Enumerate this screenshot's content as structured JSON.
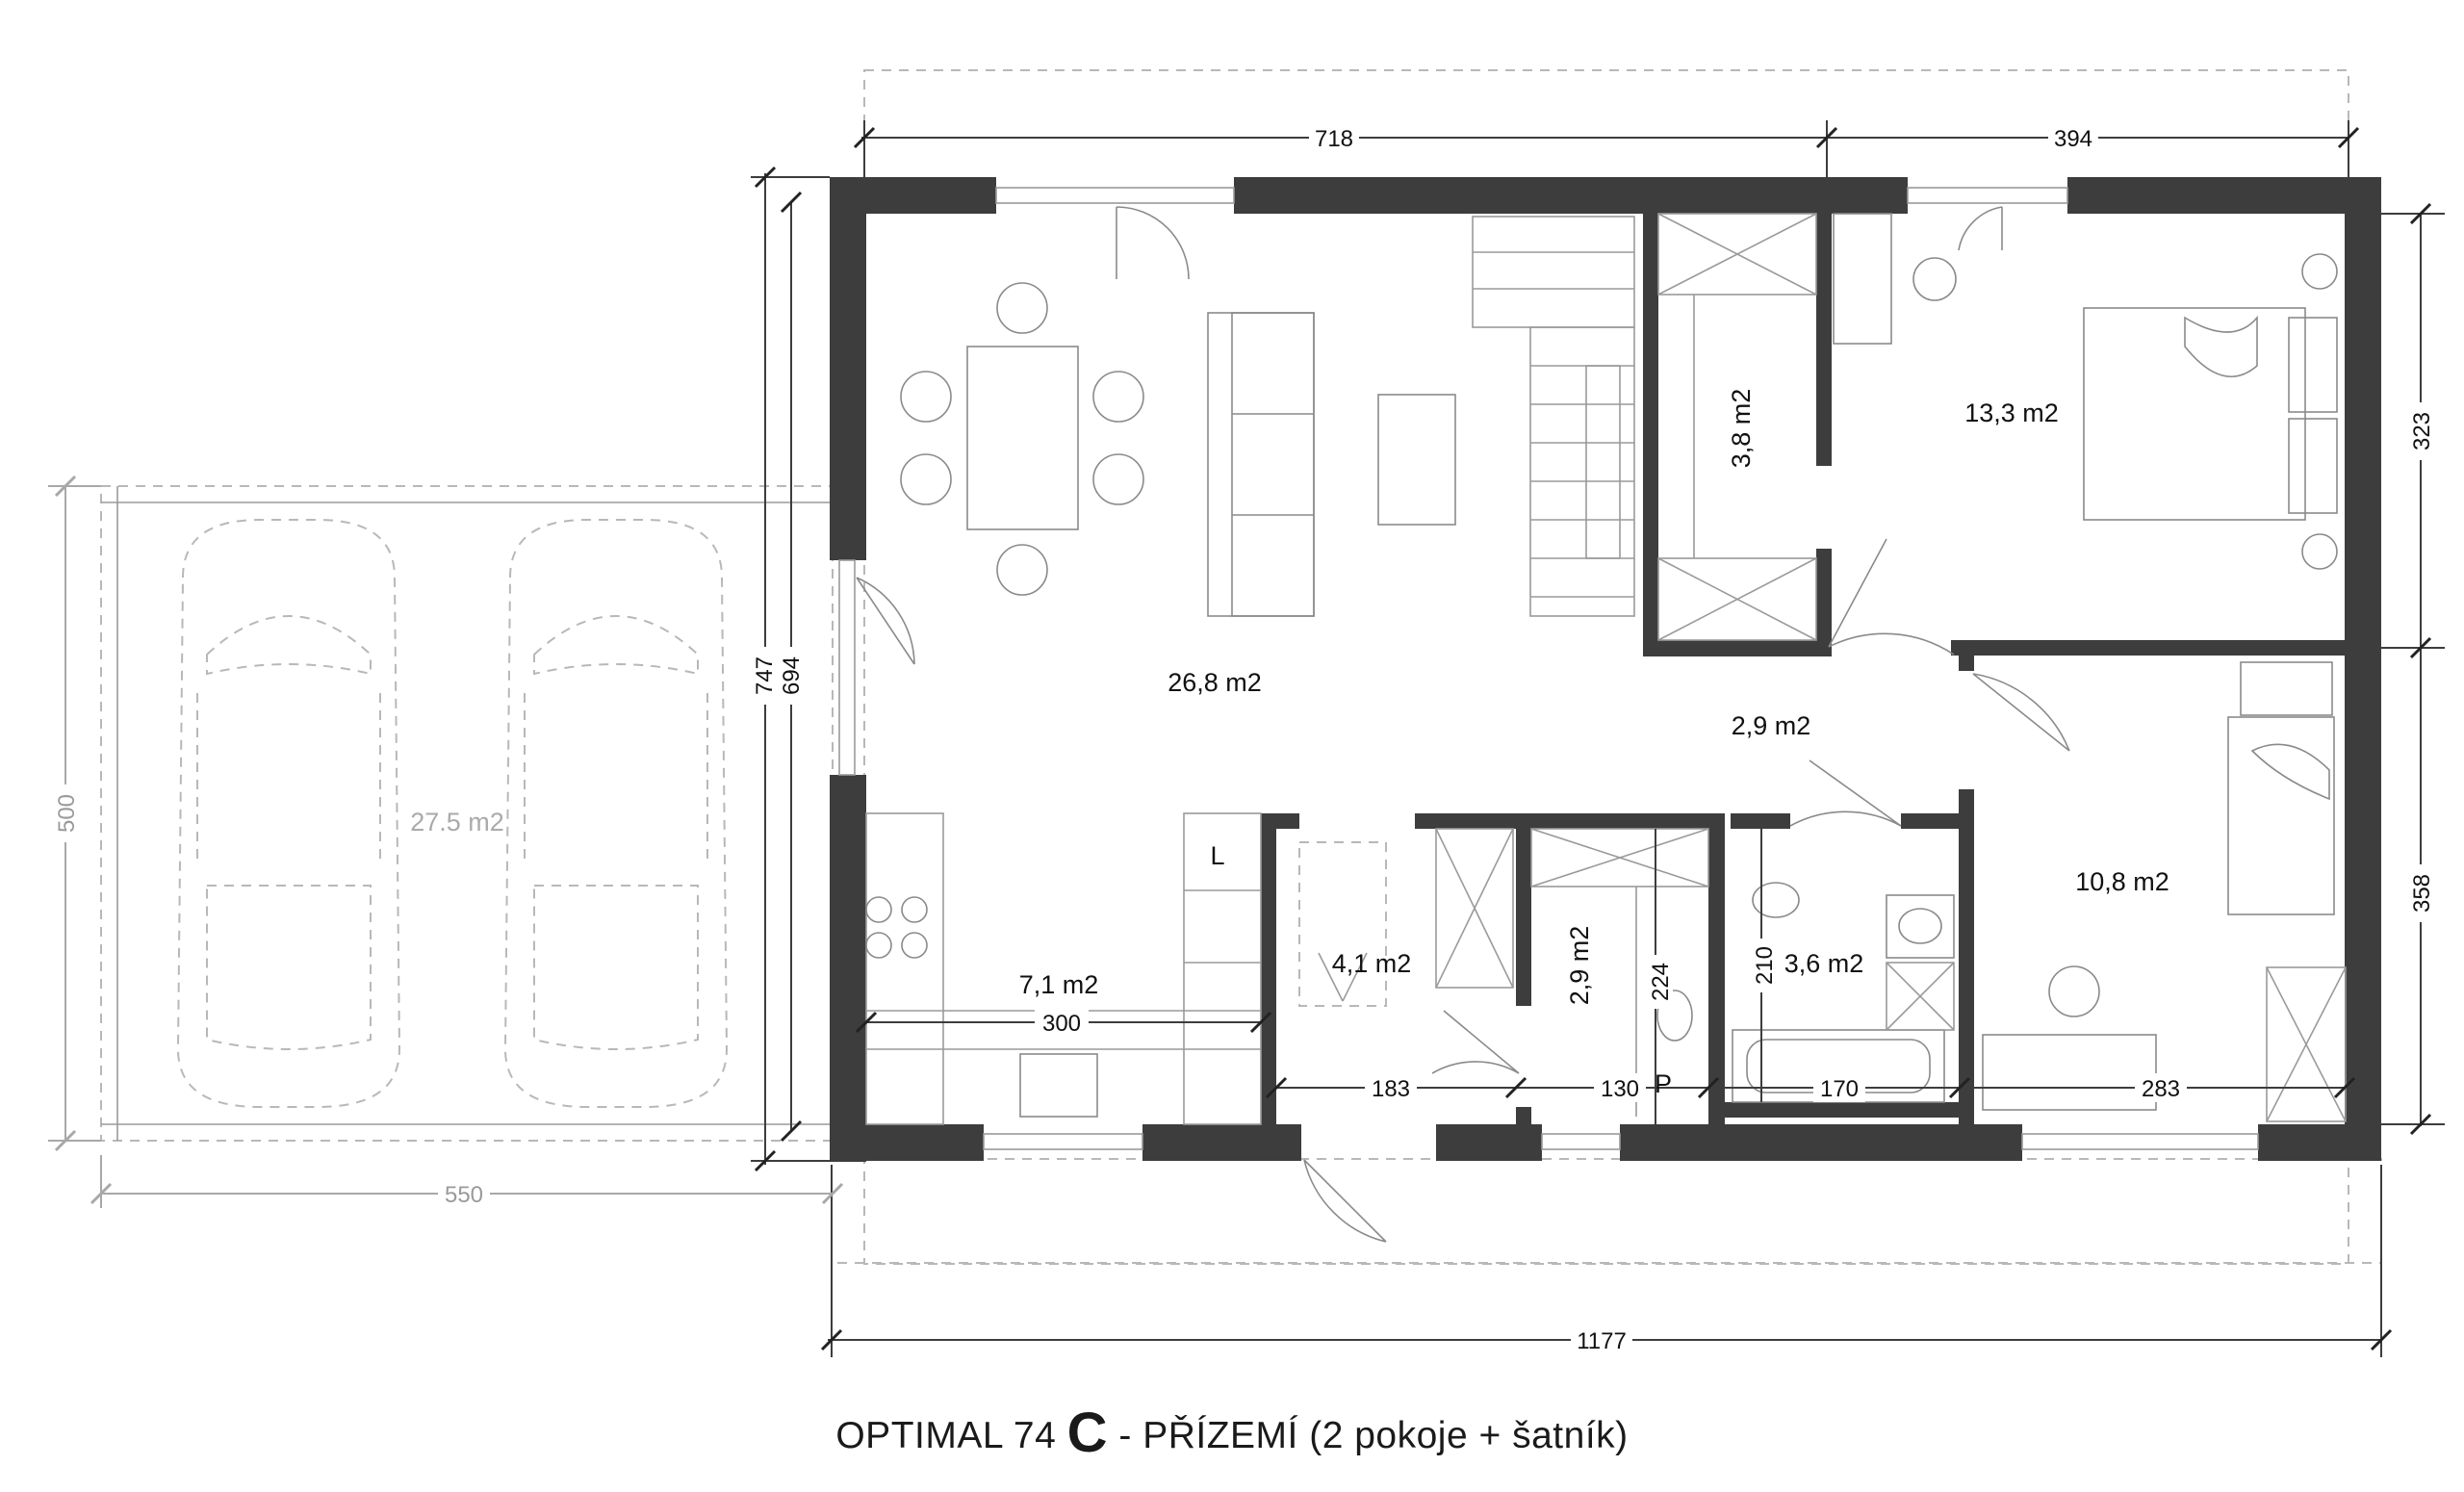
{
  "caption": {
    "prefix": "OPTIMAL 74",
    "variant": "C",
    "suffix": "- PŘÍZEMÍ (2 pokoje + šatník)"
  },
  "rooms": {
    "living": "26,8 m2",
    "wardrobe": "3,8 m2",
    "bedroom_top": "13,3 m2",
    "hall": "2,9 m2",
    "bedroom_bottom": "10,8 m2",
    "kitchen": "7,1 m2",
    "storage": "4,1 m2",
    "wc": "2,9 m2",
    "bathroom": "3,6 m2",
    "garage": "27.5 m2"
  },
  "dimensions": {
    "top_left": "718",
    "top_right": "394",
    "total_width": "1177",
    "outer_height": "747",
    "inner_height": "694",
    "right_top": "323",
    "right_bottom": "358",
    "kitchen_width": "300",
    "bottom_183": "183",
    "bottom_130": "130",
    "bottom_170": "170",
    "bottom_283": "283",
    "wc_224": "224",
    "bath_210": "210",
    "garage_width": "550",
    "garage_depth": "500"
  },
  "labels": {
    "pantry": "L",
    "p_mark": "P"
  }
}
